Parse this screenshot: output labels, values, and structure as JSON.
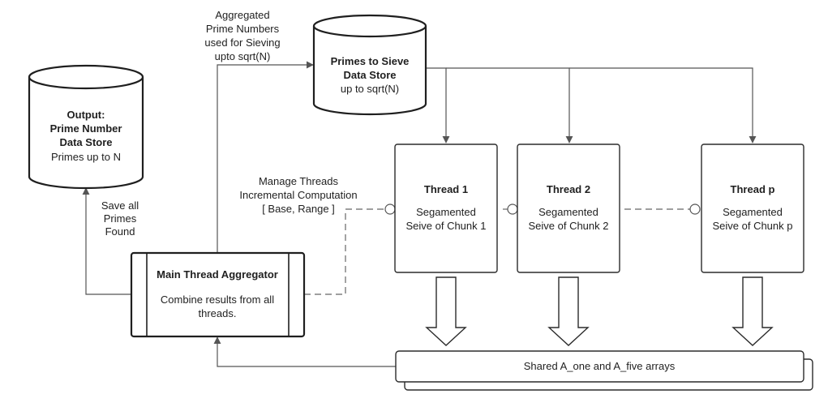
{
  "nodes": {
    "output_store": {
      "title_line1": "Output:",
      "title_line2": "Prime Number",
      "title_line3": "Data Store",
      "subtitle": "Primes up to N"
    },
    "primes_store": {
      "title_line1": "Primes to Sieve",
      "title_line2": "Data Store",
      "subtitle": "up to sqrt(N)"
    },
    "aggregator": {
      "title": "Main Thread Aggregator",
      "desc_line1": "Combine results from all",
      "desc_line2": "threads."
    },
    "threads": [
      {
        "title": "Thread 1",
        "desc_line1": "Segamented",
        "desc_line2": "Seive of Chunk 1"
      },
      {
        "title": "Thread 2",
        "desc_line1": "Segamented",
        "desc_line2": "Seive of Chunk 2"
      },
      {
        "title": "Thread p",
        "desc_line1": "Segamented",
        "desc_line2": "Seive of Chunk p"
      }
    ],
    "shared_arrays": {
      "label": "Shared A_one and A_five arrays"
    }
  },
  "labels": {
    "aggregated": [
      "Aggregated",
      "Prime Numbers",
      "used for Sieving",
      "upto sqrt(N)"
    ],
    "save_all": [
      "Save all",
      "Primes",
      "Found"
    ],
    "manage": [
      "Manage Threads",
      "Incremental Computation",
      "[ Base, Range ]"
    ]
  }
}
